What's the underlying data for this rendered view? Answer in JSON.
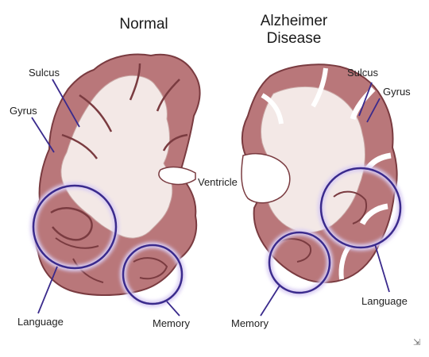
{
  "titles": {
    "left": "Normal",
    "right_line1": "Alzheimer",
    "right_line2": "Disease"
  },
  "labels": {
    "sulcus_left": "Sulcus",
    "gyrus_left": "Gyrus",
    "ventricle": "Ventricle",
    "language_left": "Language",
    "memory_left": "Memory",
    "sulcus_right": "Sulcus",
    "gyrus_right": "Gyrus",
    "memory_right": "Memory",
    "language_right": "Language"
  },
  "colors": {
    "cortex": "#b9777a",
    "cortex_edge": "#7a3b40",
    "white_matter": "#f3e8e6",
    "highlight_ring": "#3a2a8c",
    "glow": "#d9cdf3",
    "leader_line": "#3a2a8c"
  },
  "icons": {
    "corner": "enlarge-icon"
  }
}
